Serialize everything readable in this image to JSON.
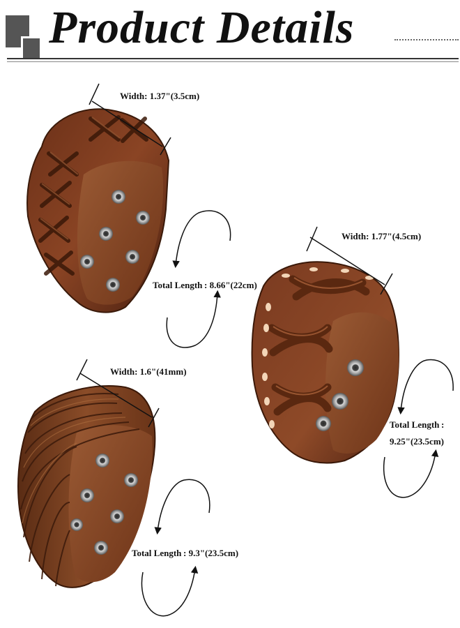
{
  "header": {
    "title": "Product Details"
  },
  "products": [
    {
      "width_label": "Width:  1.37\"(3.5cm)",
      "length_label": "Total Length : 8.66\"(22cm)"
    },
    {
      "width_label": "Width: 1.77\"(4.5cm)",
      "length_label_line1": "Total Length :",
      "length_label_line2": "9.25\"(23.5cm)"
    },
    {
      "width_label": "Width: 1.6\"(41mm)",
      "length_label": "Total Length : 9.3\"(23.5cm)"
    }
  ],
  "colors": {
    "leather_dark": "#4a2414",
    "leather_mid": "#7a3a1e",
    "leather_light": "#a8603a",
    "inner_suede": "#8a4a28",
    "header_square": "#555555"
  }
}
